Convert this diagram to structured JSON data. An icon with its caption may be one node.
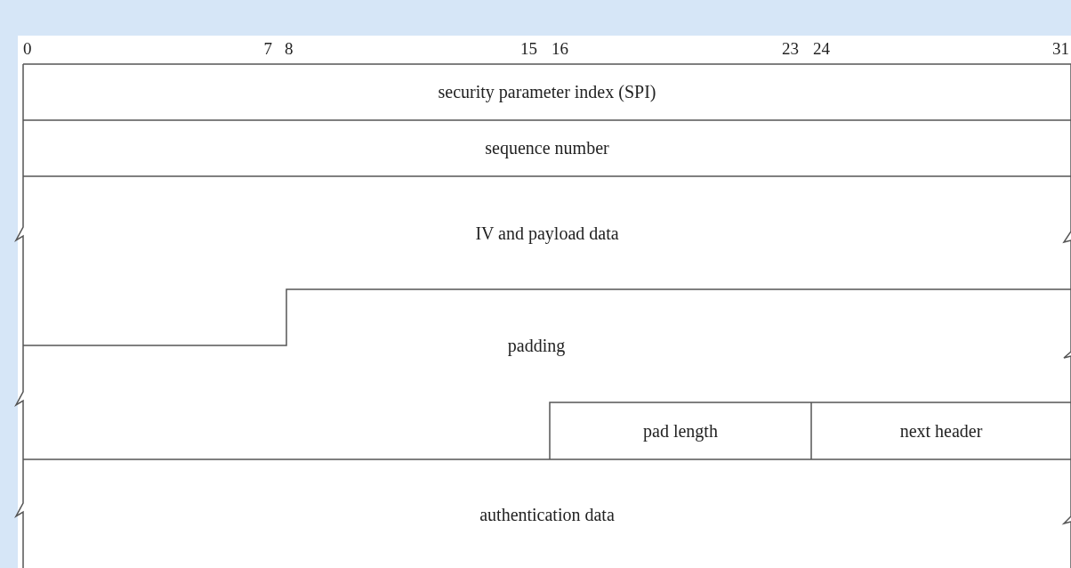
{
  "diagram": {
    "nodes": [
      {
        "text": [
          "security parameter index (SPI)"
        ]
      },
      {
        "text": [
          "sequence number"
        ]
      },
      {
        "text": [
          "IV and payload data"
        ]
      },
      {
        "text": [
          "padding"
        ]
      },
      {
        "text": [
          "pad length"
        ]
      },
      {
        "text": [
          "next header"
        ]
      },
      {
        "text": [
          "authentication data"
        ]
      }
    ],
    "labels": [
      "0",
      "7",
      "8",
      "15",
      "16",
      "23",
      "24",
      "31"
    ]
  }
}
